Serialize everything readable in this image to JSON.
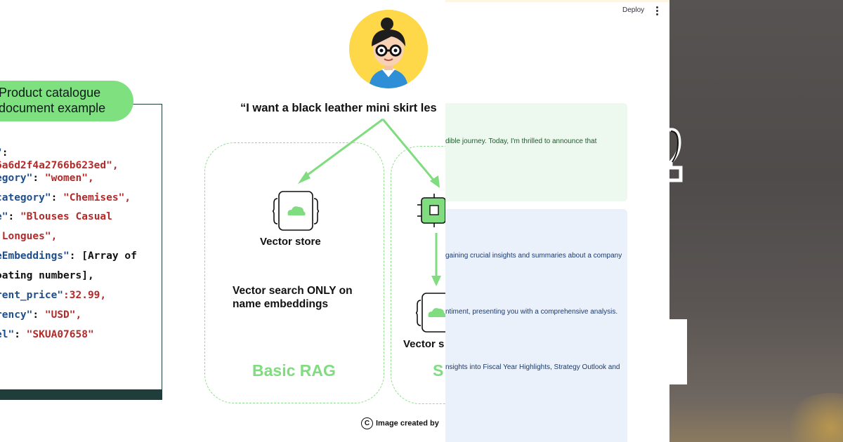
{
  "diagram": {
    "badge_line1": "Product catalogue",
    "badge_line2": "document example",
    "code_lines": [
      {
        "k": "\"",
        "p": ":",
        "s": ""
      },
      {
        "k": "",
        "p": "",
        "s": "6a6d2f4a2766b623ed\","
      },
      {
        "k": "egory\"",
        "p": ": ",
        "s": "\"women\","
      },
      {
        "k": "category\"",
        "p": ": ",
        "s": "\"Chemises\","
      },
      {
        "k": "e\"",
        "p": ": ",
        "s": "\"Blouses Casual"
      },
      {
        "k": "",
        "p": "",
        "s": " Longues\","
      },
      {
        "k": "eEmbeddings\"",
        "p": ": [Array of",
        "s": ""
      },
      {
        "k": "",
        "p": "oating numbers],",
        "s": ""
      },
      {
        "k": "rent_price\"",
        "p": "",
        "s": ":32.99,"
      },
      {
        "k": "rency\"",
        "p": ": ",
        "s": "\"USD\","
      },
      {
        "k": "el\"",
        "p": ": ",
        "s": "\"SKUA07658\""
      }
    ],
    "quote": "“I want a black leather mini skirt les",
    "vector_store_label": "Vector store",
    "vector_store_label_2": "Vector s",
    "search_line1": "Vector search ONLY on",
    "search_line2": "name embeddings",
    "basic_rag": "Basic RAG",
    "second_rag_partial": "S",
    "credit": "Image created by",
    "credit_symbol": "C",
    "accent_color": "#7fdc7f"
  },
  "app": {
    "deploy_label": "Deploy",
    "green_card_text": "dible journey. Today, I'm thrilled to announce that",
    "blue_card_texts": [
      "gaining crucial insights and summaries about a company",
      "ntiment, presenting you with a comprehensive analysis.",
      "nsights into Fiscal Year Highlights, Strategy Outlook and"
    ]
  }
}
